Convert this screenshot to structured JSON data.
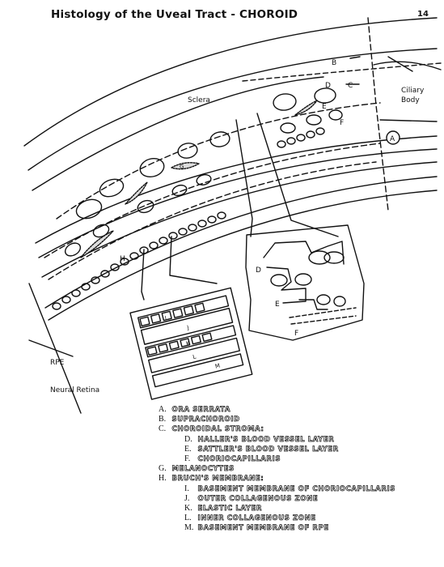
{
  "title": "Histology of the Uveal Tract - CHOROID",
  "page_number": "14",
  "diagram_labels": {
    "sclera": "Sclera",
    "ciliary_body_line1": "Ciliary",
    "ciliary_body_line2": "Body",
    "rpe": "RPE",
    "neural_retina": "Neural Retina",
    "marker_a": "A",
    "marker_b": "B",
    "marker_c": "C",
    "marker_d": "D",
    "marker_e": "E",
    "marker_f": "F",
    "marker_g": "G",
    "marker_h": "H",
    "inset_d": "D",
    "inset_e": "E",
    "inset_f": "F",
    "bruch_i": "I",
    "bruch_j": "J",
    "bruch_k": "K",
    "bruch_l": "L",
    "bruch_m": "M"
  },
  "legend": [
    {
      "letter": "A.",
      "term": "ORA SERRATA",
      "indent": false
    },
    {
      "letter": "B.",
      "term": "SUPRACHOROID",
      "indent": false
    },
    {
      "letter": "C.",
      "term": "CHOROIDAL STROMA:",
      "indent": false
    },
    {
      "letter": "D.",
      "term": "HALLER'S BLOOD VESSEL LAYER",
      "indent": true
    },
    {
      "letter": "E.",
      "term": "SATTLER'S BLOOD VESSEL LAYER",
      "indent": true
    },
    {
      "letter": "F.",
      "term": "CHORIOCAPILLARIS",
      "indent": true
    },
    {
      "letter": "G.",
      "term": "MELANOCYTES",
      "indent": false
    },
    {
      "letter": "H.",
      "term": "BRUCH'S MEMBRANE:",
      "indent": false
    },
    {
      "letter": "I.",
      "term": "BASEMENT MEMBRANE OF CHORIOCAPILLARIS",
      "indent": true
    },
    {
      "letter": "J.",
      "term": "OUTER COLLAGENOUS ZONE",
      "indent": true
    },
    {
      "letter": "K.",
      "term": "ELASTIC LAYER",
      "indent": true
    },
    {
      "letter": "L.",
      "term": "INNER COLLAGENOUS ZONE",
      "indent": true
    },
    {
      "letter": "M.",
      "term": "BASEMENT MEMBRANE OF RPE",
      "indent": true
    }
  ]
}
